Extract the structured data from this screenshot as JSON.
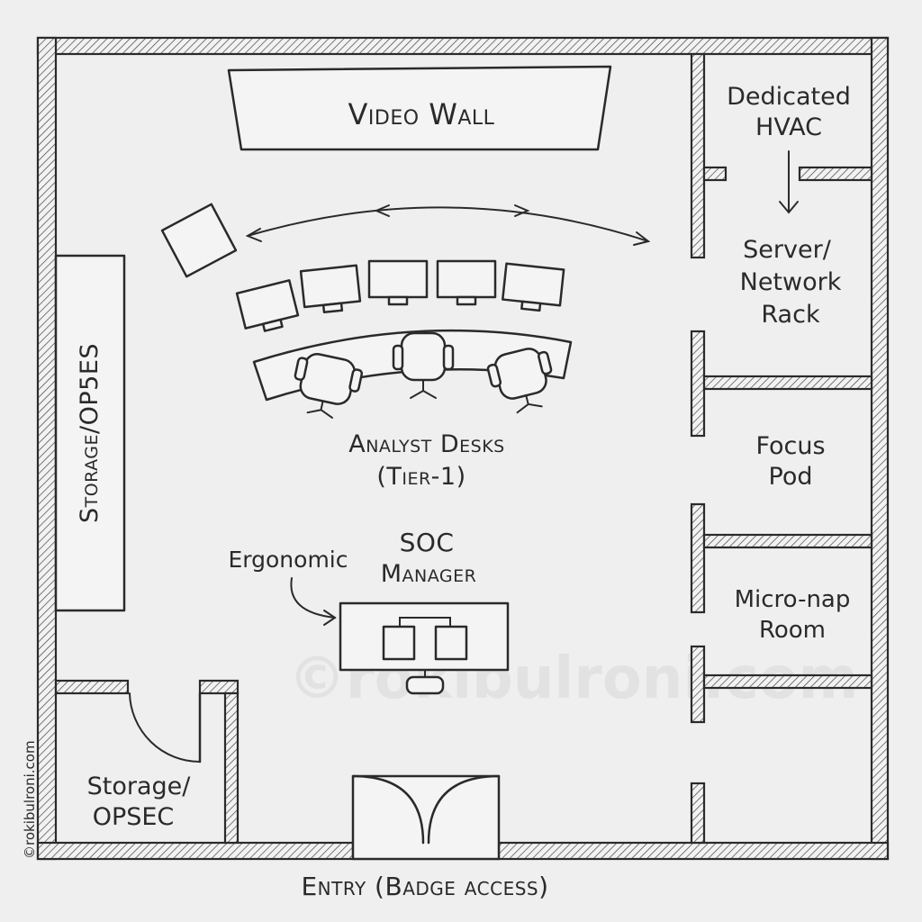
{
  "labels": {
    "video_wall": "Video Wall",
    "storage_side": "Storage/OP5ES",
    "dedicated_hvac": [
      "Dedicated",
      "HVAC"
    ],
    "server_rack": [
      "Server/",
      "Network",
      "Rack"
    ],
    "analyst_desks": [
      "Analyst Desks",
      "(Tier-1)"
    ],
    "soc_manager": [
      "SOC",
      "Manager"
    ],
    "ergonomic": "Ergonomic",
    "focus_pod": [
      "Focus",
      "Pod"
    ],
    "micro_nap": [
      "Micro-nap",
      "Room"
    ],
    "storage_opsec": [
      "Storage/",
      "OPSEC"
    ],
    "entry": "Entry (Badge access)"
  },
  "watermark": "©rokibulroni.com",
  "credit": "©rokibulroni.com",
  "colors": {
    "ink": "#2a2a2a",
    "paper": "#efefef"
  }
}
